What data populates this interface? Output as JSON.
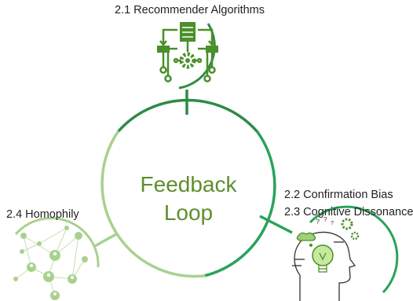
{
  "center": {
    "line1": "Feedback",
    "line2": "Loop"
  },
  "nodes": {
    "recommender": {
      "label": "2.1  Recommender Algorithms",
      "icon": "flowchart-gear-icon"
    },
    "confirmation": {
      "label": "2.2  Confirmation Bias",
      "icon": "lightbulb-head-icon"
    },
    "dissonance": {
      "label": "2.3  Cognitive Dissonance"
    },
    "homophily": {
      "label": "2.4  Homophily",
      "icon": "people-network-icon"
    }
  },
  "colors": {
    "dark_green": "#2e8b46",
    "mid_green": "#3cb05a",
    "light_green": "#a9d18e",
    "icon_green": "#4a8f2a",
    "text_green": "#5e8f2e"
  }
}
